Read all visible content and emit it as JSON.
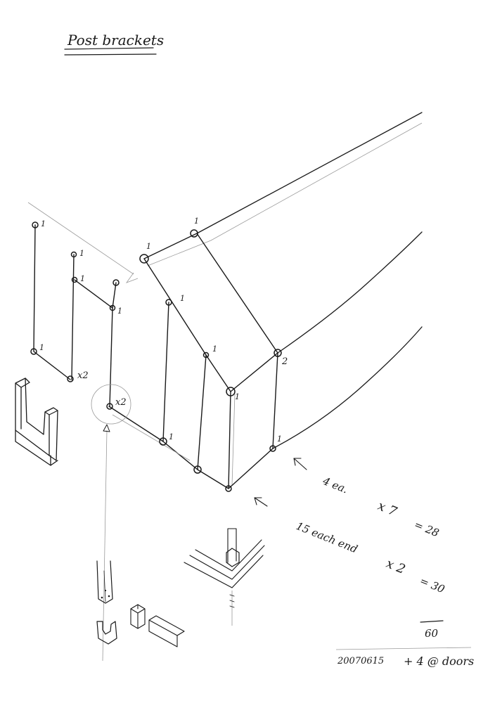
{
  "title": "Post brackets",
  "labels": {
    "one": "1",
    "two": "2",
    "x2_a": "x2",
    "x2_b": "x2"
  },
  "notes": {
    "line1_a": "4 ea.",
    "line1_b": "x 7",
    "line1_c": "= 28",
    "line2_a": "15 each end",
    "line2_b": "x 2",
    "line2_c": "= 30",
    "total": "60",
    "date": "20070615",
    "doors": "+ 4 @ doors"
  }
}
